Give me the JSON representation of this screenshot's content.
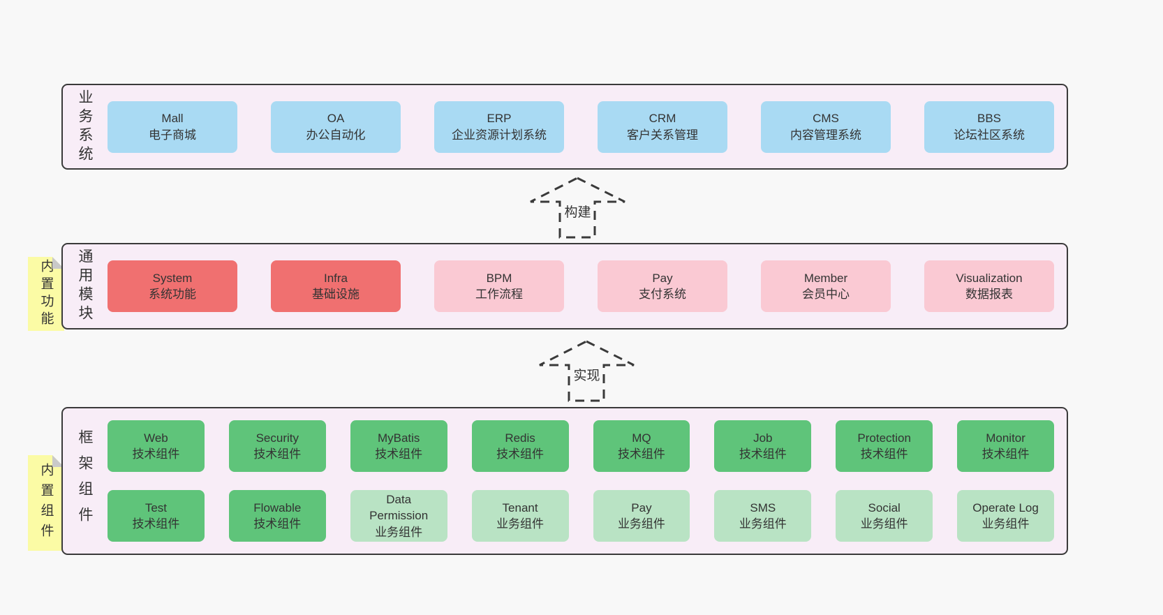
{
  "colors": {
    "page_bg": "#f8f8f8",
    "panel_bg": "#f8edf7",
    "panel_border": "#3a3a3a",
    "blue_box": "#a9daf3",
    "red_box": "#f07070",
    "pink_box": "#fac9d3",
    "green_box": "#5fc47a",
    "light_green_box": "#b9e3c4",
    "note_bg": "#fbfba5",
    "note_fold": "#c9c9c9",
    "text": "#333333"
  },
  "arrows": {
    "build": "构建",
    "implement": "实现"
  },
  "sections": {
    "business": {
      "label": "业务系统",
      "boxes": [
        {
          "title": "Mall",
          "subtitle": "电子商城",
          "variant": "blue"
        },
        {
          "title": "OA",
          "subtitle": "办公自动化",
          "variant": "blue"
        },
        {
          "title": "ERP",
          "subtitle": "企业资源计划系统",
          "variant": "blue"
        },
        {
          "title": "CRM",
          "subtitle": "客户关系管理",
          "variant": "blue"
        },
        {
          "title": "CMS",
          "subtitle": "内容管理系统",
          "variant": "blue"
        },
        {
          "title": "BBS",
          "subtitle": "论坛社区系统",
          "variant": "blue"
        }
      ]
    },
    "modules": {
      "label": "通用模块",
      "note": "内置功能",
      "boxes": [
        {
          "title": "System",
          "subtitle": "系统功能",
          "variant": "red"
        },
        {
          "title": "Infra",
          "subtitle": "基础设施",
          "variant": "red"
        },
        {
          "title": "BPM",
          "subtitle": "工作流程",
          "variant": "pink"
        },
        {
          "title": "Pay",
          "subtitle": "支付系统",
          "variant": "pink"
        },
        {
          "title": "Member",
          "subtitle": "会员中心",
          "variant": "pink"
        },
        {
          "title": "Visualization",
          "subtitle": "数据报表",
          "variant": "pink"
        }
      ]
    },
    "framework": {
      "label": "框架组件",
      "note": "内置组件",
      "rows": [
        [
          {
            "title": "Web",
            "subtitle": "技术组件",
            "variant": "green"
          },
          {
            "title": "Security",
            "subtitle": "技术组件",
            "variant": "green"
          },
          {
            "title": "MyBatis",
            "subtitle": "技术组件",
            "variant": "green"
          },
          {
            "title": "Redis",
            "subtitle": "技术组件",
            "variant": "green"
          },
          {
            "title": "MQ",
            "subtitle": "技术组件",
            "variant": "green"
          },
          {
            "title": "Job",
            "subtitle": "技术组件",
            "variant": "green"
          },
          {
            "title": "Protection",
            "subtitle": "技术组件",
            "variant": "green"
          },
          {
            "title": "Monitor",
            "subtitle": "技术组件",
            "variant": "green"
          }
        ],
        [
          {
            "title": "Test",
            "subtitle": "技术组件",
            "variant": "green"
          },
          {
            "title": "Flowable",
            "subtitle": "技术组件",
            "variant": "green"
          },
          {
            "title": "Data Permission",
            "subtitle": "业务组件",
            "variant": "lightgreen"
          },
          {
            "title": "Tenant",
            "subtitle": "业务组件",
            "variant": "lightgreen"
          },
          {
            "title": "Pay",
            "subtitle": "业务组件",
            "variant": "lightgreen"
          },
          {
            "title": "SMS",
            "subtitle": "业务组件",
            "variant": "lightgreen"
          },
          {
            "title": "Social",
            "subtitle": "业务组件",
            "variant": "lightgreen"
          },
          {
            "title": "Operate Log",
            "subtitle": "业务组件",
            "variant": "lightgreen"
          }
        ]
      ]
    }
  }
}
